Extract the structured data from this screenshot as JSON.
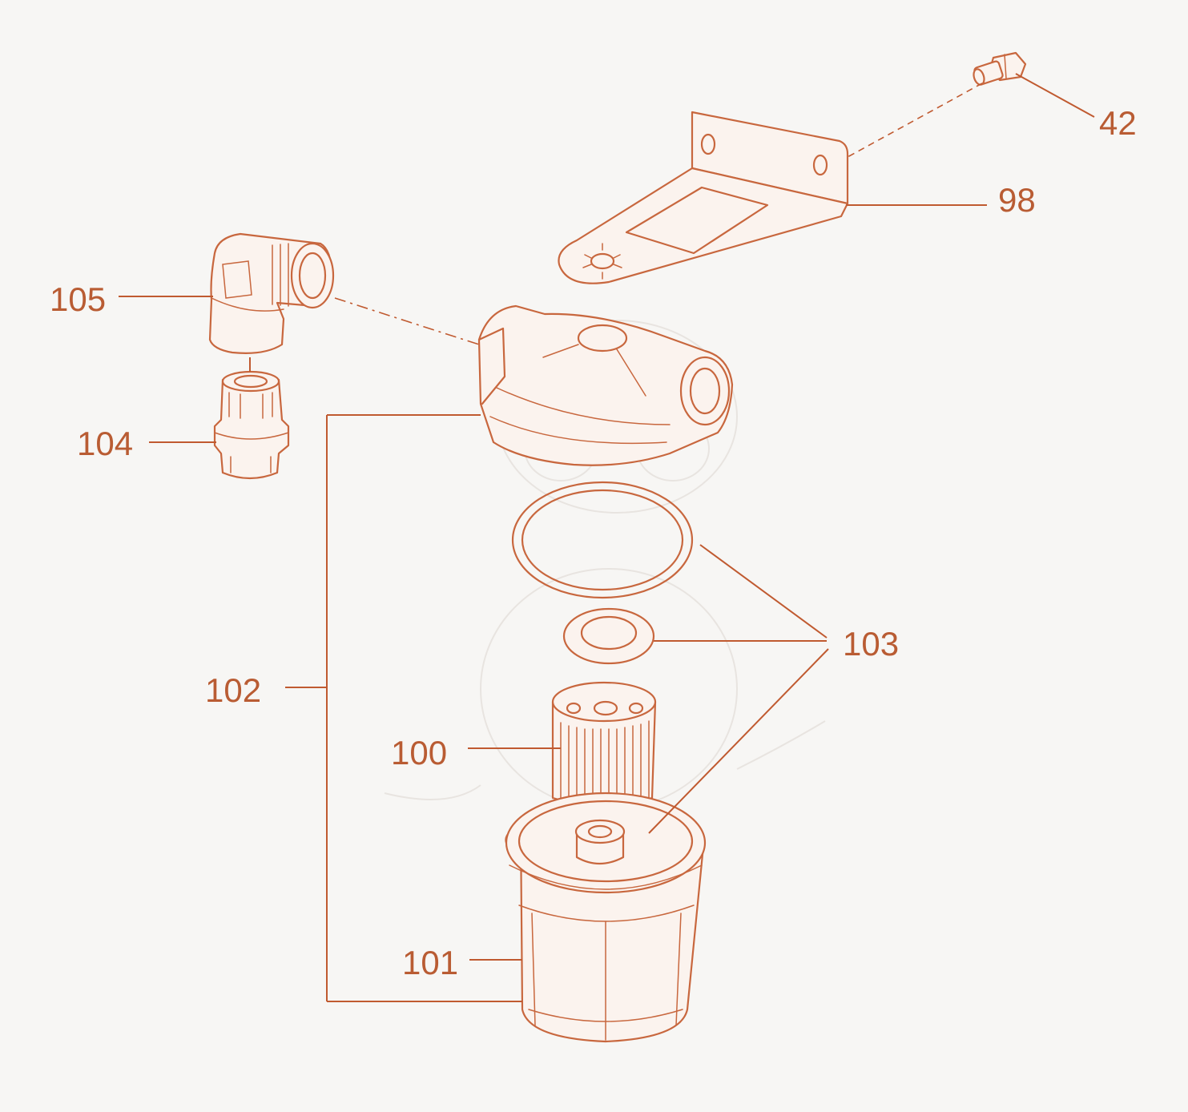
{
  "colors": {
    "background": "#f7f6f4",
    "line": "#c8673e",
    "label": "#b95c33",
    "fill": "#fbf3ee"
  },
  "callouts": {
    "c42": "42",
    "c98": "98",
    "c105": "105",
    "c104": "104",
    "c103": "103",
    "c102": "102",
    "c100": "100",
    "c101": "101"
  }
}
